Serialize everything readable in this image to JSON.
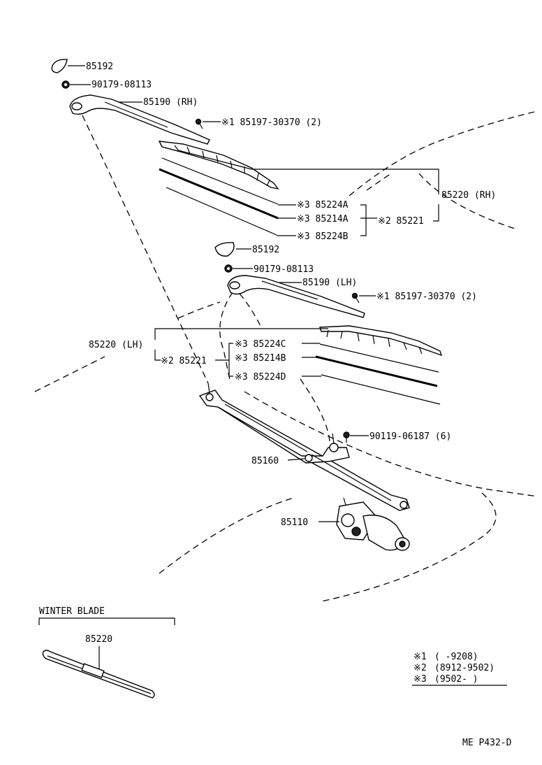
{
  "labels": {
    "cap_rh": "85192",
    "nut_rh": "90179-08113",
    "arm_rh": "85190 (RH)",
    "screw_rh": "※1  85197-30370 (2)",
    "blade_assy_rh": "85220 (RH)",
    "rubber_a_rh": "※3  85224A",
    "backing_rh": "※3  85214A",
    "rubber_b_rh": "※3  85224B",
    "blade_rh": "※2  85221",
    "cap_lh": "85192",
    "nut_lh": "90179-08113",
    "arm_lh": "85190 (LH)",
    "screw_lh": "※1  85197-30370 (2)",
    "blade_assy_lh": "85220 (LH)",
    "blade_lh": "※2  85221",
    "rubber_c_lh": "※3  85224C",
    "backing_lh": "※3  85214B",
    "rubber_d_lh": "※3  85224D",
    "bolt": "90119-06187 (6)",
    "link": "85160",
    "motor": "85110",
    "winter_title": "WINTER BLADE",
    "winter_part": "85220",
    "figure_code": "ME  P432-D"
  },
  "footnotes": [
    {
      "mark": "※1",
      "range": "(      -9208)"
    },
    {
      "mark": "※2",
      "range": "(8912-9502)"
    },
    {
      "mark": "※3",
      "range": "(9502-      )"
    }
  ]
}
